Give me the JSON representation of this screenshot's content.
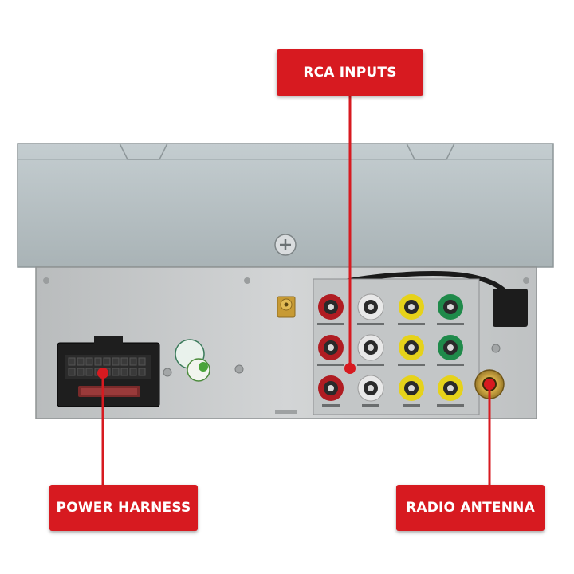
{
  "callouts": {
    "rca_inputs": "RCA INPUTS",
    "power_harness": "POWER HARNESS",
    "radio_antenna": "RADIO ANTENNA"
  },
  "colors": {
    "accent": "#d71a20",
    "chassis_top": "#b4bfc2",
    "chassis_back": "#c9cccd",
    "rca_red": "#b01c22",
    "rca_white": "#e8e8e8",
    "rca_yellow": "#e6d21a",
    "rca_green": "#1f8a4a"
  }
}
